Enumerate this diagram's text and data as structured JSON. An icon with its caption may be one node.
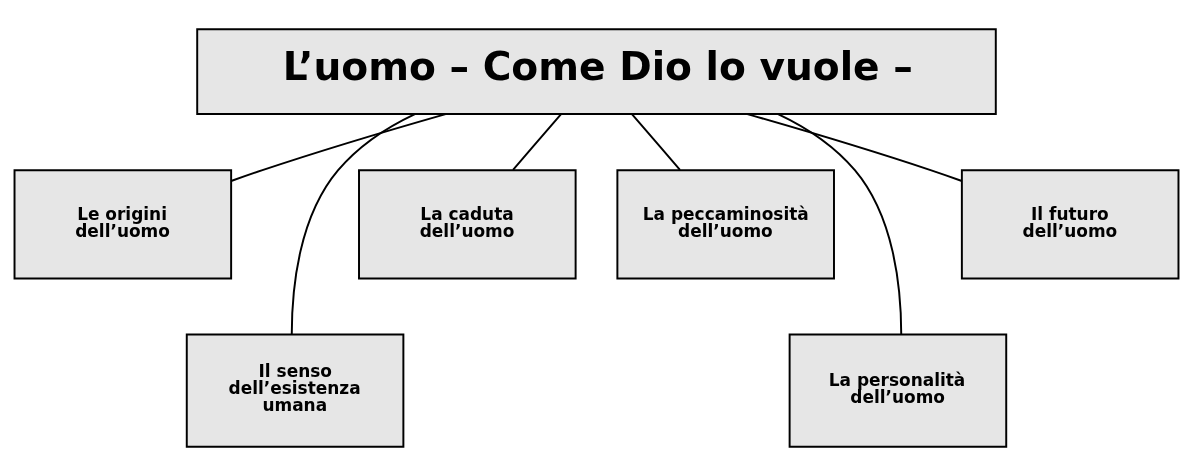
{
  "diagram": {
    "nodes": [
      {
        "text": [
          "L’uomo – Come Dio lo vuole –"
        ]
      },
      {
        "text": [
          "Le origini dell’uomo"
        ]
      },
      {
        "text": [
          "Il senso dell’esistenza umana"
        ]
      },
      {
        "text": [
          "La caduta dell’uomo"
        ]
      },
      {
        "text": [
          "La peccaminosità dell’uomo"
        ]
      },
      {
        "text": [
          "La personalità dell’uomo"
        ]
      },
      {
        "text": [
          "Il futuro dell’uomo"
        ]
      }
    ],
    "edges": [
      {
        "from": 0,
        "to": 1,
        "arrow": "none"
      },
      {
        "from": 0,
        "to": 2,
        "arrow": "none"
      },
      {
        "from": 0,
        "to": 3,
        "arrow": "none"
      },
      {
        "from": 0,
        "to": 4,
        "arrow": "none"
      },
      {
        "from": 0,
        "to": 5,
        "arrow": "none"
      },
      {
        "from": 0,
        "to": 6,
        "arrow": "none"
      }
    ]
  }
}
